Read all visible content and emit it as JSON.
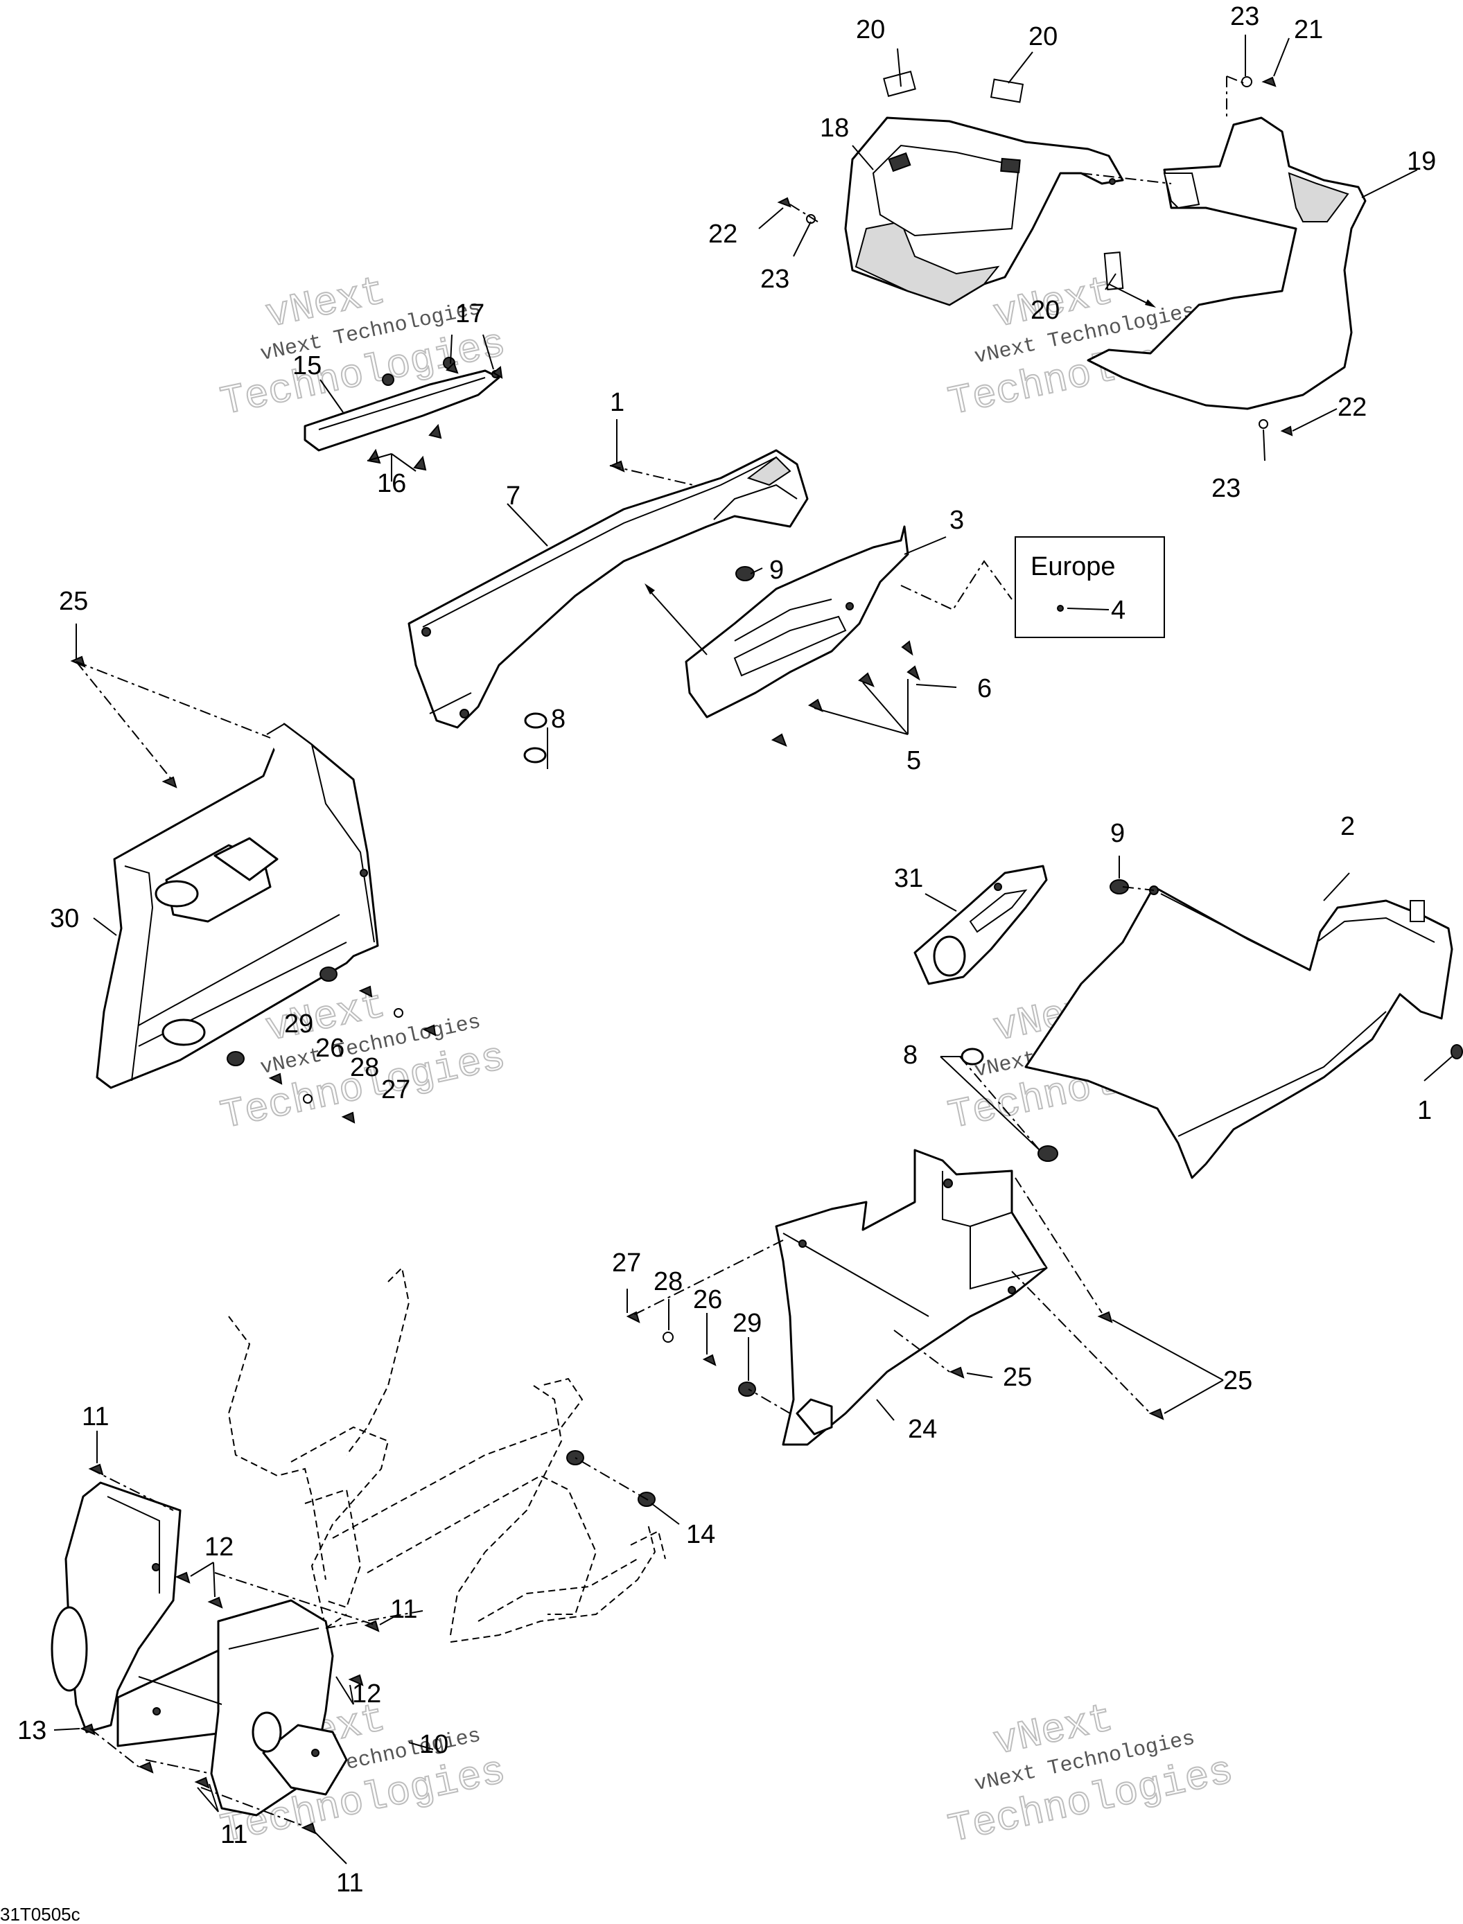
{
  "callouts": {
    "c20a": "20",
    "c20b": "20",
    "c23a": "23",
    "c21": "21",
    "c18": "18",
    "c19": "19",
    "c22a": "22",
    "c23b": "23",
    "c17": "17",
    "c15": "15",
    "c20c": "20",
    "c22b": "22",
    "c23c": "23",
    "c16": "16",
    "c1a": "1",
    "c7": "7",
    "c3": "3",
    "c9a": "9",
    "c4": "4",
    "c25a": "25",
    "c8a": "8",
    "c6": "6",
    "c5": "5",
    "c9b": "9",
    "c2": "2",
    "c31": "31",
    "c30": "30",
    "c29a": "29",
    "c26a": "26",
    "c28a": "28",
    "c27a": "27",
    "c8b": "8",
    "c1b": "1",
    "c27b": "27",
    "c28b": "28",
    "c26b": "26",
    "c29b": "29",
    "c25b": "25",
    "c25c": "25",
    "c24": "24",
    "c11a": "11",
    "c14": "14",
    "c12a": "12",
    "c11b": "11",
    "c12b": "12",
    "c13": "13",
    "c10": "10",
    "c11c": "11",
    "c11d": "11"
  },
  "europe_box": {
    "label": "Europe"
  },
  "watermark": {
    "small": "vNext Technologies",
    "big_top": "vNext",
    "big_bottom": "Technologies"
  },
  "reference_code": "31T0505c"
}
